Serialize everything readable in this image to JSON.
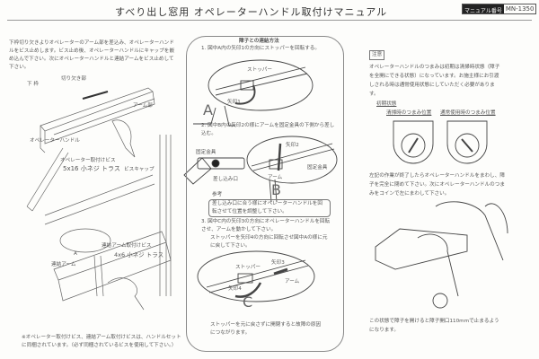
{
  "header": {
    "title": "すべり出し窓用 オペレーターハンドル取付けマニュアル",
    "badge_label": "マニュアル番号",
    "badge_value": "MN-1350"
  },
  "left": {
    "intro": "下枠切り欠きよりオペレーターのアーム部を差込み、オペレーターハンドルをビス止めします。ビス止め後、オペレーターハンドルにキャップを嵌め込んで下さい。次にオペレーターハンドルと連結アームをビス止めして下さい。",
    "labels": {
      "frame": "下 枠",
      "notch": "切り欠き部",
      "arm": "アーム部",
      "handle": "オペレーターハンドル",
      "screw": "オペレーター取付けビス",
      "screw_spec": "5x16 小ネジ トラス",
      "cap": "ビスキャップ",
      "link_screw": "連結アーム取付けビス",
      "link_screw_spec": "4x6 小ネジ トラス",
      "link_arm": "連結アーム",
      "a": "A"
    },
    "footnote": "※オペレーター取付けビス、連結アーム取付けビスは、ハンドルセットに同梱されています。（必ず同梱されているビスを使用して下さい。）"
  },
  "middle": {
    "title": "障子との連結方法",
    "step1": "1. 図中A内の矢印1の方向にストッパーを回転する。",
    "step1_labels": {
      "stopper": "ストッパー",
      "arrow": "矢印1",
      "letter": "A"
    },
    "step2": "2. 図中B内の矢印2の様にアームを固定金具の下側から差し込む。",
    "step2_labels": {
      "bracket": "固定金具",
      "slot": "差し込み口",
      "arrow": "矢印2",
      "bracket2": "固定金具",
      "arm": "アーム",
      "letter": "B"
    },
    "ref_title": "参考",
    "ref_text": "差し込み口に合う様にオペレーターハンドルを回転させて位置を調整して下さい。",
    "step3": "3. 図中C内の矢印3の方向にオペレーターハンドルを回転させ、アームを動かして下さい。",
    "step3b": "ストッパーを矢印4の方向に回転させ図中Aの様に元に戻して下さい。",
    "step3_labels": {
      "stopper": "ストッパー",
      "arrow3": "矢印3",
      "arm": "アーム",
      "arrow4": "矢印4",
      "letter": "C"
    },
    "warning": "ストッパーを元に戻さずに開閉すると故障の原因につながります。"
  },
  "right": {
    "note_label": "注意",
    "note": "オペレーターハンドルのつまみは初期は清掃時状態（障子を全開にできる状態）になっています。お施主様にお引渡しされる時は通常使用状態にしていただく必要があります。",
    "initial": "初期状態",
    "knob_clean": "清掃時のつまみ位置",
    "knob_normal": "通常使用時のつまみ位置",
    "after": "左記の作業が終了したらオペレーターハンドルをまわし、障子を完全に閉めて下さい。次にオペレーターハンドルのつまみをコインで左にまわして下さい。",
    "result": "この状態で障子を開けると障子開口110mmで止まるようになります。"
  }
}
